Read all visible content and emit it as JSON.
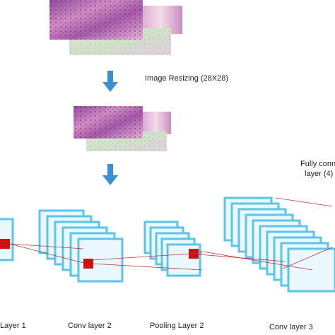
{
  "labels": {
    "resize": "Image Resizing (28X28)",
    "fc_line1": "Fully conn",
    "fc_line2": "layer (4)",
    "layer1": "Layer 1",
    "conv2": "Conv layer 2",
    "pool2": "Pooling  Layer 2",
    "conv3": "Conv layer 3"
  },
  "colors": {
    "arrow": "#3a8fd0",
    "feature_map_fill": "#eaf7fd",
    "feature_map_edge": "#5cc4e6",
    "kernel": "#cc1111",
    "connector": "#b03a3a",
    "tissue_pink": "#c97bb8",
    "tissue_purple": "#7a3f8f"
  },
  "icons": [
    "down-arrow-icon",
    "down-arrow-icon"
  ]
}
